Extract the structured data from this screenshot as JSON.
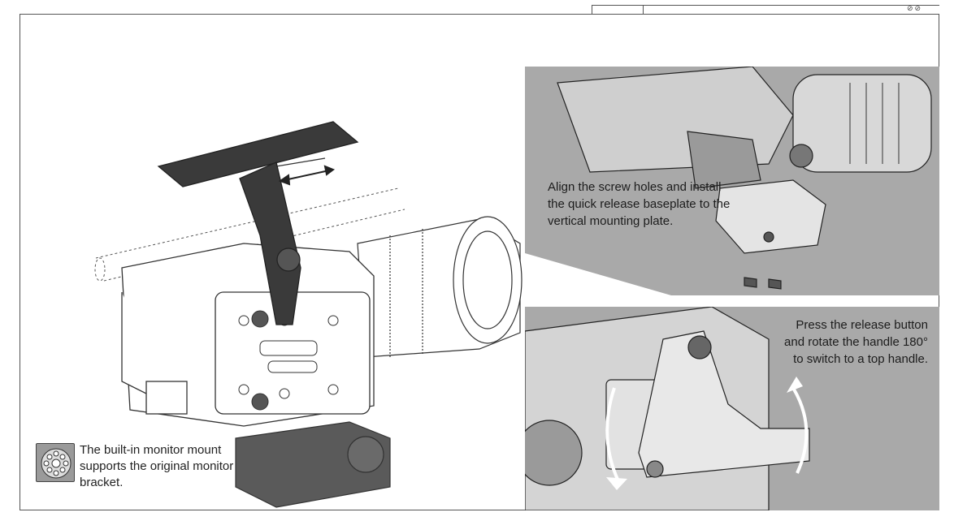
{
  "header": {
    "icons": [
      "circle-slash-icon",
      "circle-slash-icon"
    ]
  },
  "captions": {
    "quick_release": "Align the screw holes and install the quick release baseplate to the vertical mounting plate.",
    "rotate_handle": "Press the release button and rotate the handle 180°  to switch to a top handle.",
    "monitor_mount": "The built-in monitor mount supports the original monitor bracket."
  },
  "colors": {
    "panel_bg": "#a9a9a9",
    "line": "#333333",
    "arrow": "#ffffff"
  }
}
